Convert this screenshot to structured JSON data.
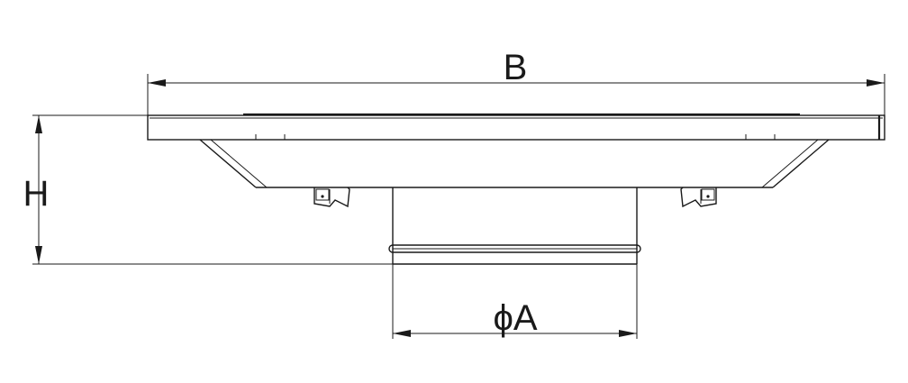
{
  "dimensions": {
    "width_label": "B",
    "height_label": "H",
    "diameter_label": "ϕA"
  },
  "colors": {
    "line": "#1a1a1a",
    "background": "#ffffff"
  }
}
